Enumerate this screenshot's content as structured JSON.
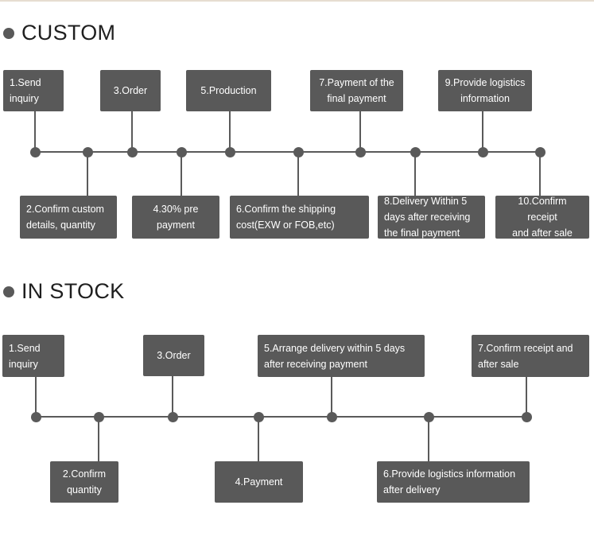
{
  "custom": {
    "title": "CUSTOM",
    "steps": [
      {
        "label": "1.Send\ninquiry",
        "position": "top"
      },
      {
        "label": "2.Confirm custom\ndetails, quantity",
        "position": "bottom"
      },
      {
        "label": "3.Order",
        "position": "top"
      },
      {
        "label": "4.30% pre\npayment",
        "position": "bottom"
      },
      {
        "label": "5.Production",
        "position": "top"
      },
      {
        "label": "6.Confirm the shipping\ncost(EXW or FOB,etc)",
        "position": "bottom"
      },
      {
        "label": "7.Payment of the\nfinal payment",
        "position": "top"
      },
      {
        "label": "8.Delivery Within 5\ndays after receiving\nthe final payment",
        "position": "bottom"
      },
      {
        "label": "9.Provide logistics\ninformation",
        "position": "top"
      },
      {
        "label": "10.Confirm receipt\nand after sale",
        "position": "bottom"
      }
    ]
  },
  "in_stock": {
    "title": "IN STOCK",
    "steps": [
      {
        "label": "1.Send\ninquiry",
        "position": "top"
      },
      {
        "label": "2.Confirm\nquantity",
        "position": "bottom"
      },
      {
        "label": "3.Order",
        "position": "top"
      },
      {
        "label": "4.Payment",
        "position": "bottom"
      },
      {
        "label": "5.Arrange delivery within 5 days\nafter receiving payment",
        "position": "top"
      },
      {
        "label": "6.Provide logistics information\nafter delivery",
        "position": "bottom"
      },
      {
        "label": "7.Confirm receipt and\nafter sale",
        "position": "top"
      }
    ]
  }
}
